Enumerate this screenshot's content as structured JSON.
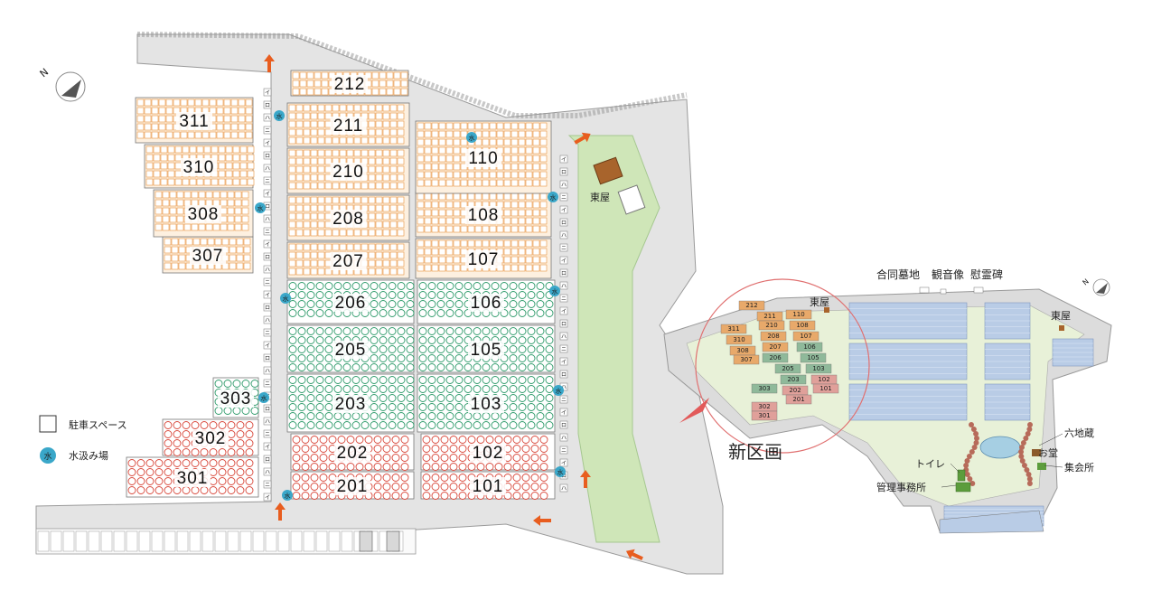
{
  "map": {
    "north_symbol": "N",
    "sections": [
      {
        "id": "212",
        "label": "212",
        "type": "orange"
      },
      {
        "id": "211",
        "label": "211",
        "type": "orange"
      },
      {
        "id": "210",
        "label": "210",
        "type": "orange"
      },
      {
        "id": "208",
        "label": "208",
        "type": "orange"
      },
      {
        "id": "207",
        "label": "207",
        "type": "orange"
      },
      {
        "id": "206",
        "label": "206",
        "type": "green"
      },
      {
        "id": "205",
        "label": "205",
        "type": "green"
      },
      {
        "id": "203",
        "label": "203",
        "type": "green"
      },
      {
        "id": "202",
        "label": "202",
        "type": "red"
      },
      {
        "id": "201",
        "label": "201",
        "type": "red"
      },
      {
        "id": "110",
        "label": "110",
        "type": "orange"
      },
      {
        "id": "108",
        "label": "108",
        "type": "orange"
      },
      {
        "id": "107",
        "label": "107",
        "type": "orange"
      },
      {
        "id": "106",
        "label": "106",
        "type": "green"
      },
      {
        "id": "105",
        "label": "105",
        "type": "green"
      },
      {
        "id": "103",
        "label": "103",
        "type": "green"
      },
      {
        "id": "102",
        "label": "102",
        "type": "red"
      },
      {
        "id": "101",
        "label": "101",
        "type": "red"
      },
      {
        "id": "311",
        "label": "311",
        "type": "orange"
      },
      {
        "id": "310",
        "label": "310",
        "type": "orange"
      },
      {
        "id": "308",
        "label": "308",
        "type": "orange"
      },
      {
        "id": "307",
        "label": "307",
        "type": "orange"
      },
      {
        "id": "303",
        "label": "303",
        "type": "green"
      },
      {
        "id": "302",
        "label": "302",
        "type": "red"
      },
      {
        "id": "301",
        "label": "301",
        "type": "red"
      }
    ],
    "pavilion_label": "東屋",
    "water_mark": "水",
    "legend": {
      "parking": "駐車スペース",
      "water": "水汲み場"
    },
    "path_markers": [
      "イ",
      "ロ",
      "ハ",
      "ニ"
    ],
    "colors": {
      "orange": "#e8913c",
      "orange_fill": "#fdf0e0",
      "green": "#2f9b6b",
      "red": "#d8473a",
      "water": "#3aa7c9",
      "arrow": "#e85d1f",
      "road": "#e2e2e2",
      "park": "#cfe6b8"
    }
  },
  "overview": {
    "labels": {
      "joint_grave": "合同墓地",
      "kannon": "観音像",
      "memorial": "慰霊碑",
      "pavilion": "東屋",
      "pavilion2": "東屋",
      "rokujizo": "六地蔵",
      "odo": "お堂",
      "toilet": "トイレ",
      "hall": "集会所",
      "office": "管理事務所",
      "new_area": "新区画"
    },
    "mini_sections": [
      "212",
      "211",
      "210",
      "208",
      "207",
      "206",
      "205",
      "203",
      "202",
      "201",
      "110",
      "108",
      "107",
      "106",
      "105",
      "103",
      "102",
      "101",
      "311",
      "310",
      "308",
      "307",
      "303",
      "302",
      "301"
    ]
  }
}
